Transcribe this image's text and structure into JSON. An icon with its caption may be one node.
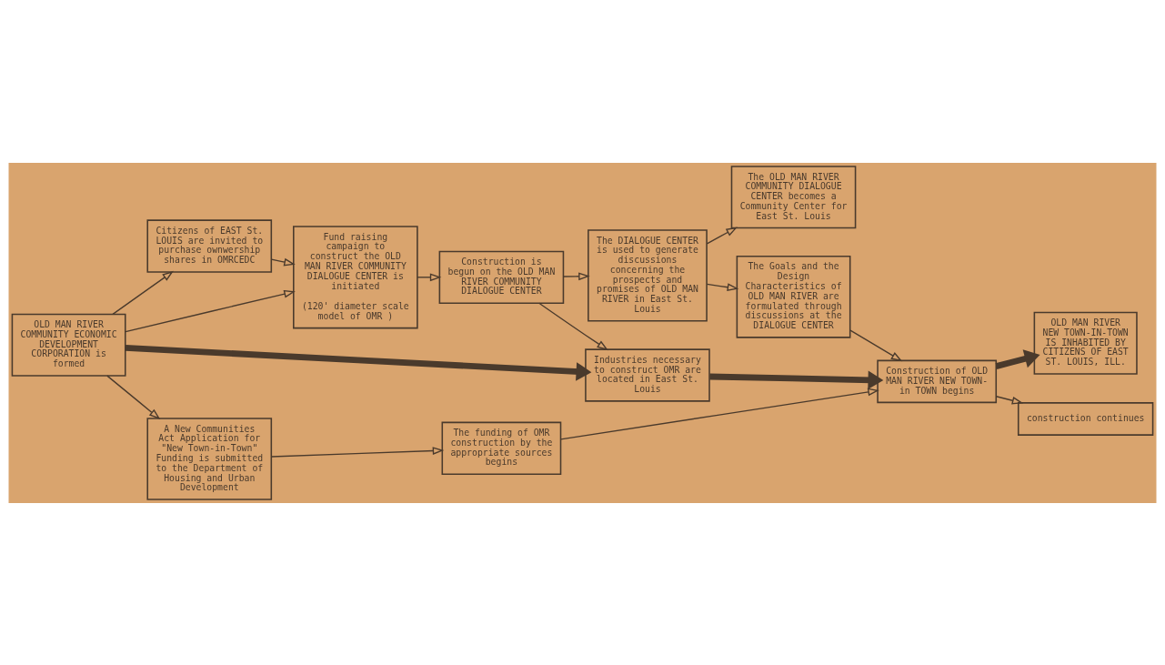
{
  "diagram": {
    "nodes": [
      {
        "text": [
          "Citizens of EAST St. LOUIS are invited to purchase ownwership shares in OMRCEDC"
        ]
      },
      {
        "text": [
          "The DIALOGUE CENTER is used to generate discussions concerning the prospects and promises of OLD MAN RIVER in East St. Louis"
        ]
      },
      {
        "text": [
          "The OLD MAN RIVER COMMUNITY DIALOGUE CENTER becomes a Community Center for East St. Louis"
        ]
      },
      {
        "text": [
          "Fund raising campaign to construct the OLD MAN RIVER COMMUNITY DIALOGUE CENTER is initiated",
          "(120' diameter scale model of OMR )"
        ]
      },
      {
        "text": [
          "Construction is begun on the OLD MAN RIVER COMMUNITY DIALOGUE CENTER"
        ]
      },
      {
        "text": [
          "The Goals and the Design Characteristics of OLD MAN RIVER are formulated through discussions at the DIALOGUE CENTER"
        ]
      },
      {
        "text": [
          "OLD MAN RIVER COMMUNITY ECONOMIC DEVELOPMENT CORPORATION is formed"
        ]
      },
      {
        "text": [
          "Industries necessary to construct OMR are located in East St. Louis"
        ]
      },
      {
        "text": [
          "Construction of OLD MAN RIVER NEW TOWN-in TOWN begins"
        ]
      },
      {
        "text": [
          "OLD MAN RIVER NEW TOWN-IN-TOWN IS INHABITED BY CITIZENS OF EAST ST. LOUIS, ILL."
        ]
      },
      {
        "text": [
          "construction continues"
        ]
      },
      {
        "text": [
          "A New Communities Act Application for \"New Town-in-Town\" Funding is submitted to the Department of Housing and Urban Development"
        ]
      },
      {
        "text": [
          "The funding of OMR construction by the appropriate sources begins"
        ]
      }
    ],
    "edges": [
      {
        "from": 6,
        "to": 0,
        "arrow": "to"
      },
      {
        "from": 6,
        "to": 3,
        "arrow": "to"
      },
      {
        "from": 6,
        "to": 7,
        "arrow": "to",
        "style": "thick"
      },
      {
        "from": 6,
        "to": 11,
        "arrow": "to"
      },
      {
        "from": 0,
        "to": 3,
        "arrow": "to"
      },
      {
        "from": 3,
        "to": 4,
        "arrow": "to"
      },
      {
        "from": 4,
        "to": 1,
        "arrow": "to"
      },
      {
        "from": 4,
        "to": 7,
        "arrow": "to"
      },
      {
        "from": 1,
        "to": 2,
        "arrow": "to"
      },
      {
        "from": 1,
        "to": 5,
        "arrow": "to"
      },
      {
        "from": 5,
        "to": 8,
        "arrow": "to"
      },
      {
        "from": 7,
        "to": 8,
        "arrow": "to",
        "style": "thick"
      },
      {
        "from": 8,
        "to": 9,
        "arrow": "to",
        "style": "thick"
      },
      {
        "from": 8,
        "to": 10,
        "arrow": "to"
      },
      {
        "from": 11,
        "to": 12,
        "arrow": "to"
      },
      {
        "from": 12,
        "to": 8,
        "arrow": "to"
      }
    ]
  }
}
